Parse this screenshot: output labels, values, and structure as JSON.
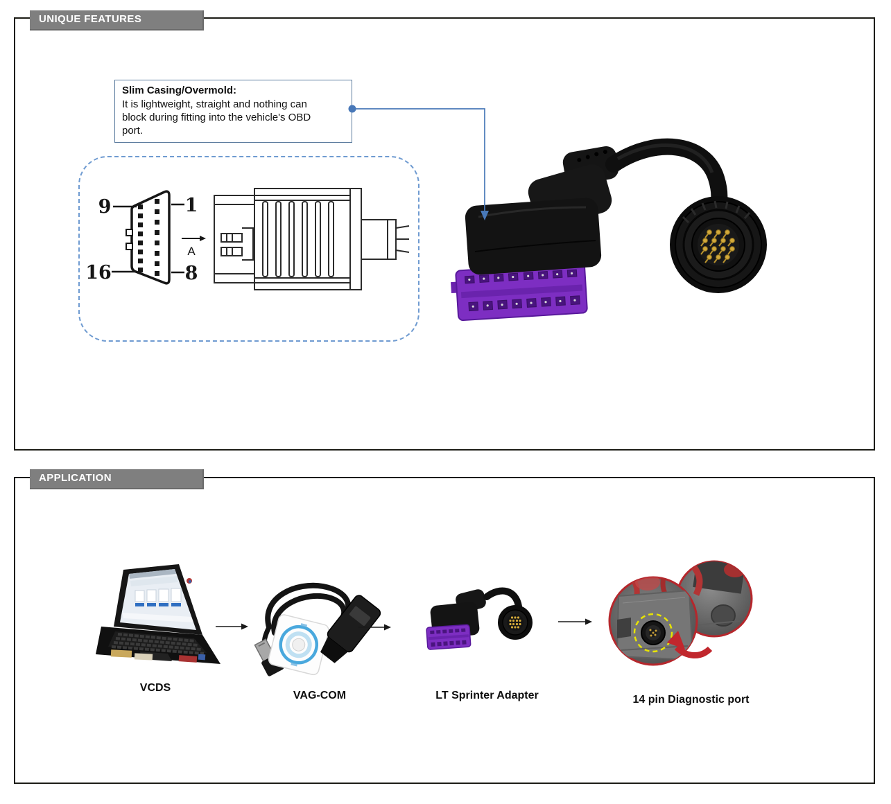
{
  "unique_features": {
    "header": "UNIQUE FEATURES",
    "callout": {
      "title": "Slim Casing/Overmold:",
      "lines": [
        "It is lightweight,  straight and nothing can",
        "block during fitting into the vehicle's OBD",
        "port."
      ]
    },
    "diagram": {
      "pin_top_left": "9",
      "pin_top_right": "1",
      "pin_bottom_left": "16",
      "pin_bottom_right": "8",
      "view_label": "A"
    }
  },
  "application": {
    "header": "APPLICATION",
    "steps": [
      {
        "label": "VCDS"
      },
      {
        "label": "VAG-COM"
      },
      {
        "label": "LT Sprinter Adapter"
      },
      {
        "label": "14 pin Diagnostic port"
      }
    ]
  },
  "icons": {
    "flow_arrow": "right-arrow",
    "callout_leader": "leader-line-with-dot-and-down-arrow",
    "diagram_direction_arrow": "right-arrow-above-letter-A"
  },
  "colors": {
    "section_header_bg": "#7f7f7f",
    "section_header_text": "#ffffff",
    "box_border": "#1c1c16",
    "callout_border": "#5b7b9e",
    "leader_blue": "#4878b8",
    "dashed_panel_border": "#6f9bd1",
    "connector_purple": "#7d2ec2",
    "pin_gold": "#d2a93a",
    "photo_circle_red": "#b5272c",
    "highlight_yellow": "#e8e400"
  }
}
